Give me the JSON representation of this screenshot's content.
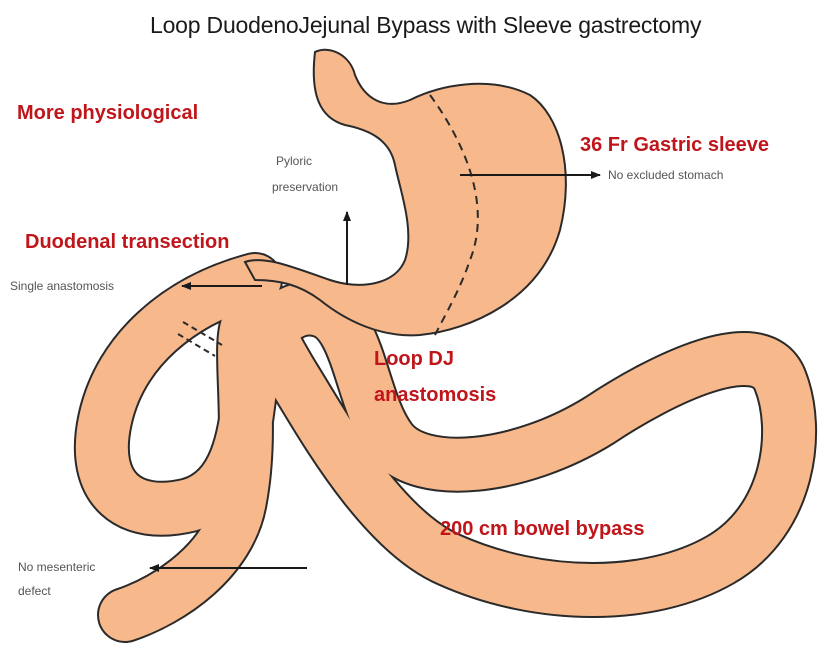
{
  "title": "Loop DuodenoJejunal Bypass with Sleeve gastrectomy",
  "labels": {
    "more_physiological": "More physiological",
    "pyloric_line1": "Pyloric",
    "pyloric_line2": "preservation",
    "gastric_sleeve": "36 Fr Gastric  sleeve",
    "no_excluded": "No excluded stomach",
    "duodenal_transection": "Duodenal transection",
    "single_anastomosis": "Single anastomosis",
    "loop_dj_line1": "Loop  DJ",
    "loop_dj_line2": "anastomosis",
    "bowel_bypass": "200 cm bowel bypass",
    "no_mesenteric_line1": "No mesenteric",
    "no_mesenteric_line2": "defect"
  },
  "colors": {
    "organ_fill": "#f7b88c",
    "outline": "#2a2a2a",
    "emphasis_text": "#c0161b",
    "note_text": "#555555"
  }
}
